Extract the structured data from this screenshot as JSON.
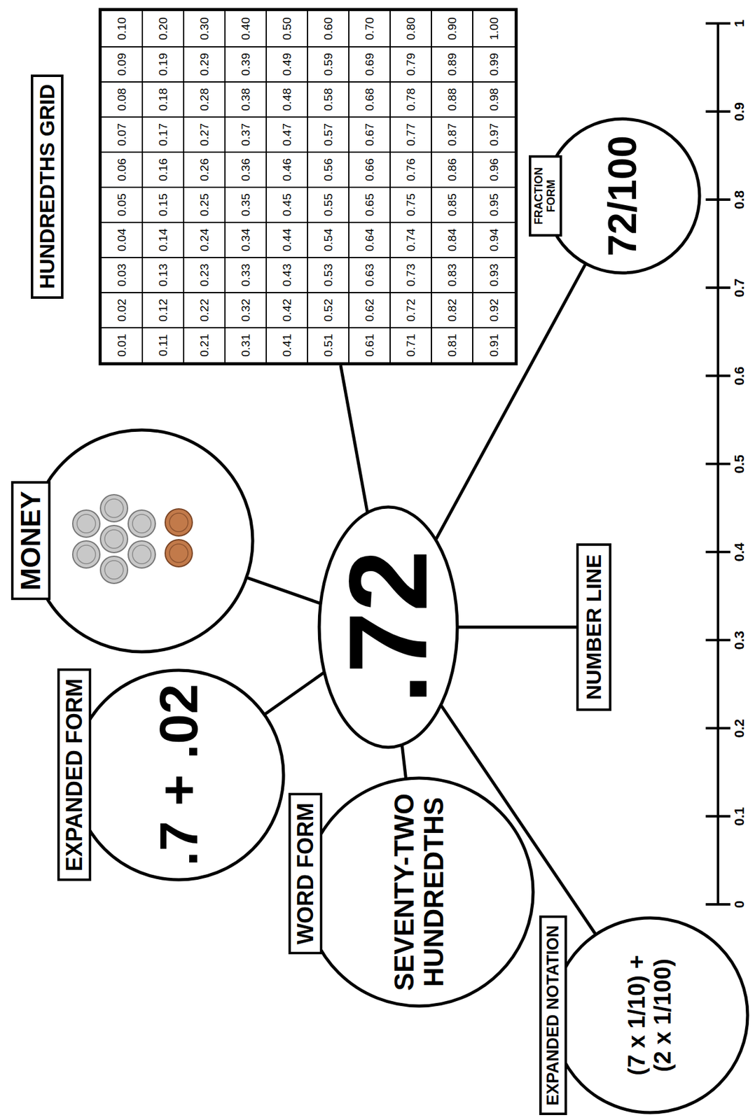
{
  "diagram": {
    "nodes": [
      {
        "text": [
          "EXPANDED FORM",
          ".7 + .02"
        ]
      },
      {
        "text": [
          "MONEY"
        ]
      },
      {
        "text": [
          "HUNDREDTHS GRID"
        ]
      },
      {
        "text": [
          ".72"
        ]
      },
      {
        "text": [
          "WORD FORM",
          "SEVENTY-TWO HUNDREDTHS"
        ]
      },
      {
        "text": [
          "NUMBER LINE"
        ]
      },
      {
        "text": [
          "FRACTION FORM",
          "72/100"
        ]
      },
      {
        "text": [
          "EXPANDED NOTATION",
          "(7 x 1/10) + (2 x 1/100)"
        ]
      }
    ],
    "edges": [
      {
        "from": 3,
        "to": 0,
        "arrow": "none"
      },
      {
        "from": 3,
        "to": 1,
        "arrow": "none"
      },
      {
        "from": 3,
        "to": 2,
        "arrow": "none"
      },
      {
        "from": 3,
        "to": 4,
        "arrow": "none"
      },
      {
        "from": 3,
        "to": 5,
        "arrow": "none"
      },
      {
        "from": 3,
        "to": 6,
        "arrow": "none"
      },
      {
        "from": 3,
        "to": 7,
        "arrow": "none"
      }
    ],
    "labels": [
      "0.01",
      "0.02",
      "0.03",
      "0.04",
      "0.05",
      "0.06",
      "0.07",
      "0.08",
      "0.09",
      "0.10",
      "0.11",
      "0.12",
      "0.13",
      "0.14",
      "0.15",
      "0.16",
      "0.17",
      "0.18",
      "0.19",
      "0.20",
      "0.21",
      "0.22",
      "0.23",
      "0.24",
      "0.25",
      "0.26",
      "0.27",
      "0.28",
      "0.29",
      "0.30",
      "0.31",
      "0.32",
      "0.33",
      "0.34",
      "0.35",
      "0.36",
      "0.37",
      "0.38",
      "0.39",
      "0.40",
      "0.41",
      "0.42",
      "0.43",
      "0.44",
      "0.45",
      "0.46",
      "0.47",
      "0.48",
      "0.49",
      "0.50",
      "0.51",
      "0.52",
      "0.53",
      "0.54",
      "0.55",
      "0.56",
      "0.57",
      "0.58",
      "0.59",
      "0.60",
      "0.61",
      "0.62",
      "0.63",
      "0.64",
      "0.65",
      "0.66",
      "0.67",
      "0.68",
      "0.69",
      "0.70",
      "0.71",
      "0.72",
      "0.73",
      "0.74",
      "0.75",
      "0.76",
      "0.77",
      "0.78",
      "0.79",
      "0.80",
      "0.81",
      "0.82",
      "0.83",
      "0.84",
      "0.85",
      "0.86",
      "0.87",
      "0.88",
      "0.89",
      "0.90",
      "0.91",
      "0.92",
      "0.93",
      "0.94",
      "0.95",
      "0.96",
      "0.97",
      "0.98",
      "0.99",
      "1.00",
      "0",
      "0.1",
      "0.2",
      "0.3",
      "0.4",
      "0.5",
      "0.6",
      "0.7",
      "0.8",
      "0.9",
      "1"
    ]
  }
}
